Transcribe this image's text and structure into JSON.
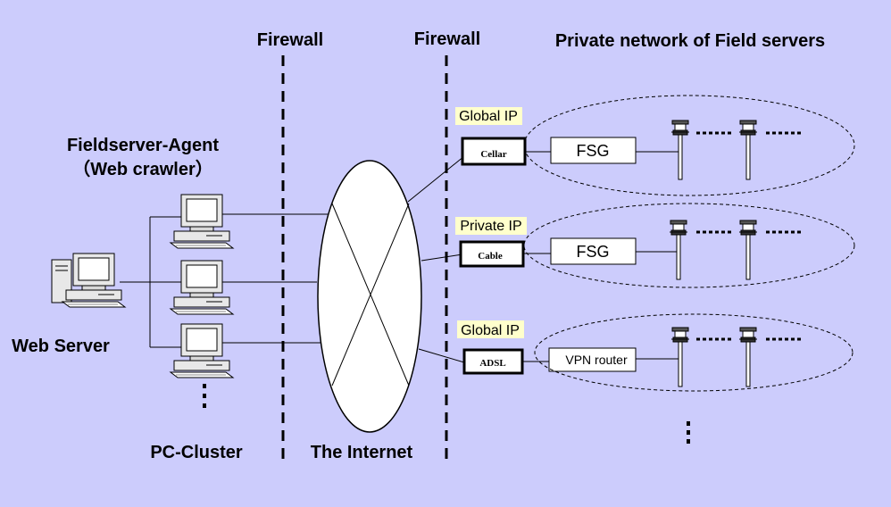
{
  "headers": {
    "firewall_left": "Firewall",
    "firewall_right": "Firewall",
    "private_network": "Private network of Field servers"
  },
  "labels": {
    "agent_line1": "Fieldserver-Agent",
    "agent_line2": "（Web crawler）",
    "web_server": "Web Server",
    "pc_cluster": "PC-Cluster",
    "internet": "The Internet"
  },
  "connections": [
    {
      "ip_type": "Global IP",
      "device": "Cellar",
      "gateway": "FSG"
    },
    {
      "ip_type": "Private IP",
      "device": "Cable",
      "gateway": "FSG"
    },
    {
      "ip_type": "Global IP",
      "device": "ADSL",
      "gateway": "VPN router"
    }
  ],
  "colors": {
    "background": "#ccccfc",
    "ip_label_bg": "#ffffcc",
    "box_fill": "#ffffff",
    "stroke": "#000000"
  },
  "icons": {
    "web_server": "desktop-computer-icon",
    "cluster_pc": "desktop-computer-icon",
    "field_server": "field-server-pole-icon"
  }
}
